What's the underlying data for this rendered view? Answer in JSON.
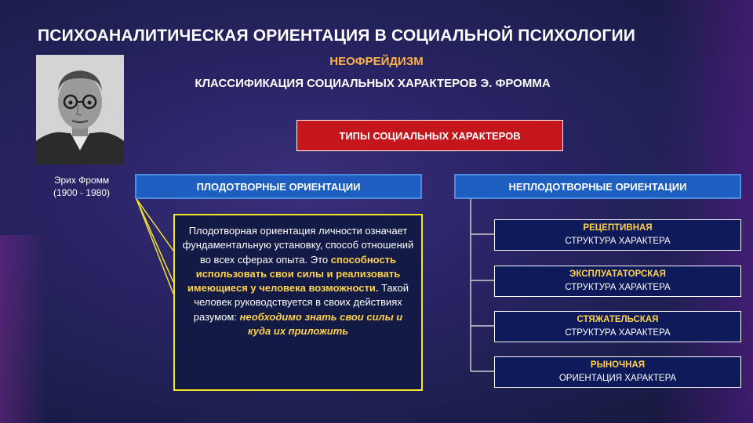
{
  "title": "ПСИХОАНАЛИТИЧЕСКАЯ ОРИЕНТАЦИЯ В СОЦИАЛЬНОЙ ПСИХОЛОГИИ",
  "subtitle": "НЕОФРЕЙДИЗМ",
  "classification": "КЛАССИФИКАЦИЯ СОЦИАЛЬНЫХ ХАРАКТЕРОВ Э. ФРОММА",
  "portrait": {
    "name": "Эрих Фромм",
    "years": "(1900 - 1980)"
  },
  "types_header": "ТИПЫ СОЦИАЛЬНЫХ ХАРАКТЕРОВ",
  "productive": {
    "label": "ПЛОДОТВОРНЫЕ ОРИЕНТАЦИИ",
    "description": {
      "part1": "Плодотворная ориентация личности означает фундаментальную установку, способ отношений во всех сферах опыта.",
      "part2_prefix": "Это",
      "part2_highlight": "способность использовать свои силы и реализовать имеющиеся у человека возможности.",
      "part3_prefix": "Такой человек руководствуется в своих действиях разумом:",
      "part3_highlight": "необходимо знать свои силы и куда их приложить"
    }
  },
  "nonproductive": {
    "label": "НЕПЛОДОТВОРНЫЕ ОРИЕНТАЦИИ",
    "types": [
      {
        "name": "РЕЦЕПТИВНАЯ",
        "sub": "СТРУКТУРА ХАРАКТЕРА"
      },
      {
        "name": "ЭКСПЛУАТАТОРСКАЯ",
        "sub": "СТРУКТУРА ХАРАКТЕРА"
      },
      {
        "name": "СТЯЖАТЕЛЬСКАЯ",
        "sub": "СТРУКТУРА ХАРАКТЕРА"
      },
      {
        "name": "РЫНОЧНАЯ",
        "sub": "ОРИЕНТАЦИЯ ХАРАКТЕРА"
      }
    ]
  },
  "colors": {
    "accent_orange": "#ffb347",
    "header_red": "#c4161c",
    "orientation_blue": "#1d5fc0",
    "highlight_yellow": "#ffd24a",
    "callout_border": "#f5e52a"
  }
}
